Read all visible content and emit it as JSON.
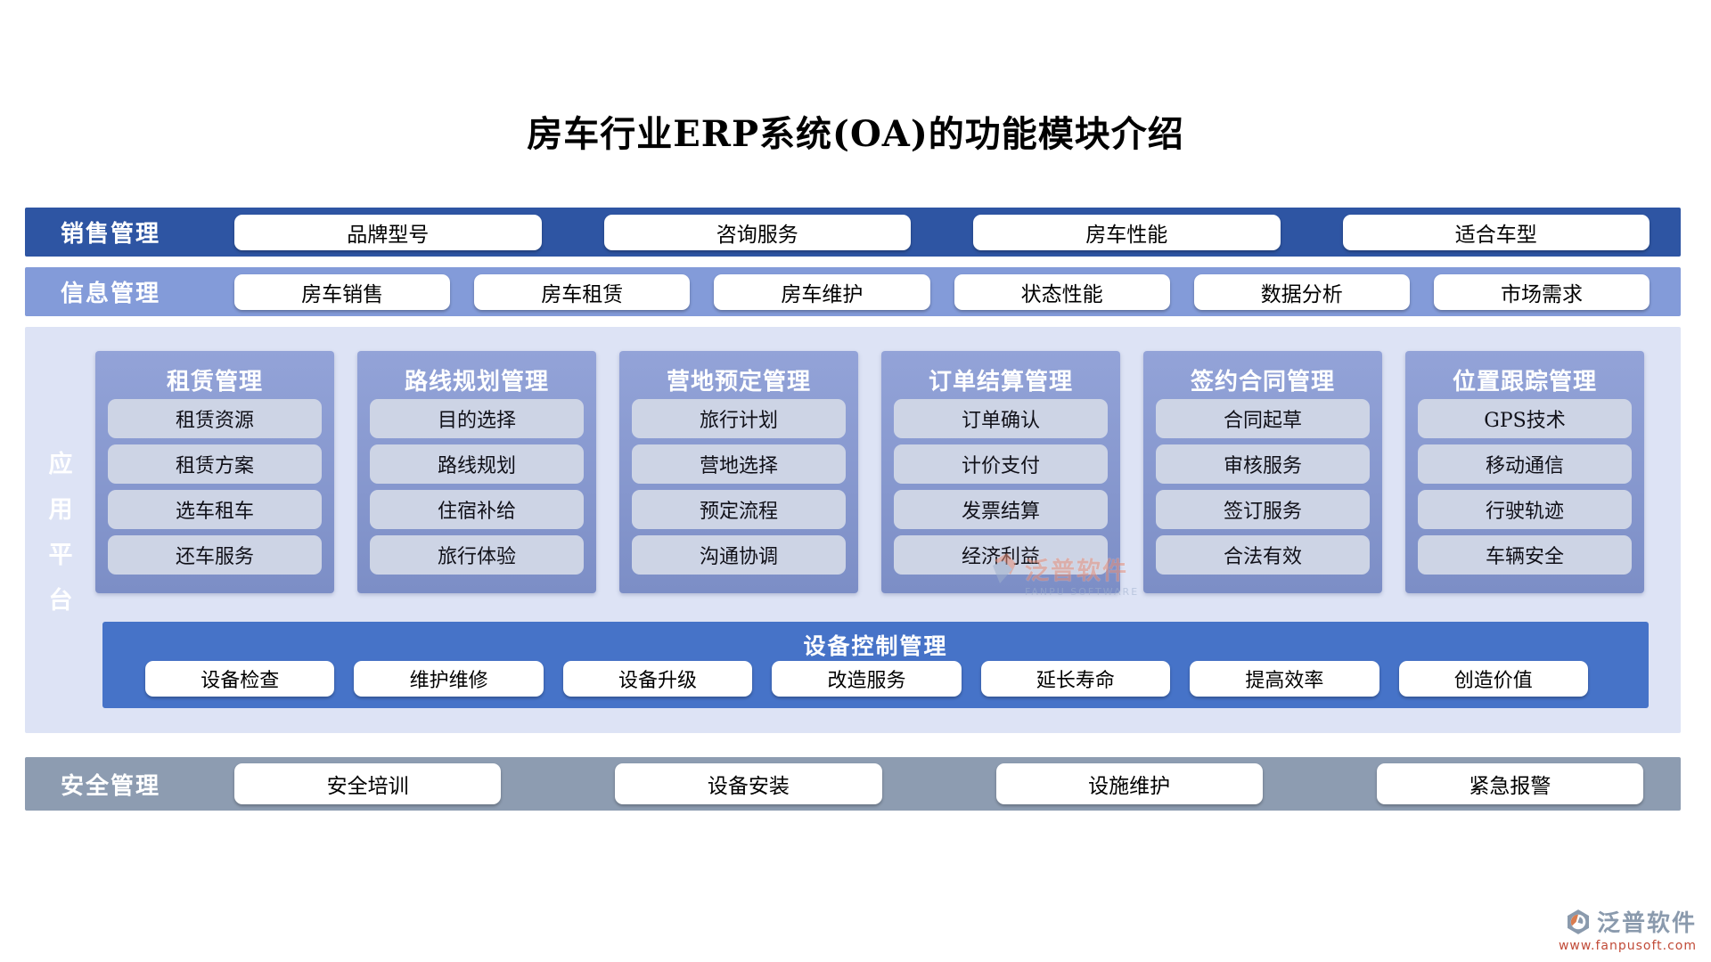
{
  "title": "房车行业ERP系统(OA)的功能模块介绍",
  "rows": {
    "sales": {
      "label": "销售管理",
      "buttons": [
        "品牌型号",
        "咨询服务",
        "房车性能",
        "适合车型"
      ]
    },
    "info": {
      "label": "信息管理",
      "buttons": [
        "房车销售",
        "房车租赁",
        "房车维护",
        "状态性能",
        "数据分析",
        "市场需求"
      ]
    }
  },
  "platform": {
    "label": "应用平台",
    "label_chars": [
      "应",
      "用",
      "平",
      "台"
    ],
    "columns": [
      {
        "title": "租赁管理",
        "items": [
          "租赁资源",
          "租赁方案",
          "选车租车",
          "还车服务"
        ]
      },
      {
        "title": "路线规划管理",
        "items": [
          "目的选择",
          "路线规划",
          "住宿补给",
          "旅行体验"
        ]
      },
      {
        "title": "营地预定管理",
        "items": [
          "旅行计划",
          "营地选择",
          "预定流程",
          "沟通协调"
        ]
      },
      {
        "title": "订单结算管理",
        "items": [
          "订单确认",
          "计价支付",
          "发票结算",
          "经济利益"
        ]
      },
      {
        "title": "签约合同管理",
        "items": [
          "合同起草",
          "审核服务",
          "签订服务",
          "合法有效"
        ]
      },
      {
        "title": "位置跟踪管理",
        "items": [
          "GPS技术",
          "移动通信",
          "行驶轨迹",
          "车辆安全"
        ]
      }
    ],
    "device_bar": {
      "title": "设备控制管理",
      "buttons": [
        "设备检查",
        "维护维修",
        "设备升级",
        "改造服务",
        "延长寿命",
        "提高效率",
        "创造价值"
      ]
    }
  },
  "safety": {
    "label": "安全管理",
    "buttons": [
      "安全培训",
      "设备安装",
      "设施维护",
      "紧急报警"
    ]
  },
  "watermark": {
    "brand": "泛普软件",
    "sub": "FANPU SOFTWARE"
  },
  "footer": {
    "brand": "泛普软件",
    "url": "www.fanpusoft.com"
  },
  "colors": {
    "sales_bar": "#2e55a3",
    "info_bar": "#839bd9",
    "platform_bg": "#dde3f5",
    "column_panel": "#8496cb",
    "column_item": "#cdd4e5",
    "device_bar": "#4673c8",
    "safety_bar": "#8d9cb1",
    "button_bg": "#ffffff",
    "footer_brand": "#8a9aad",
    "footer_url": "#c14b38"
  }
}
